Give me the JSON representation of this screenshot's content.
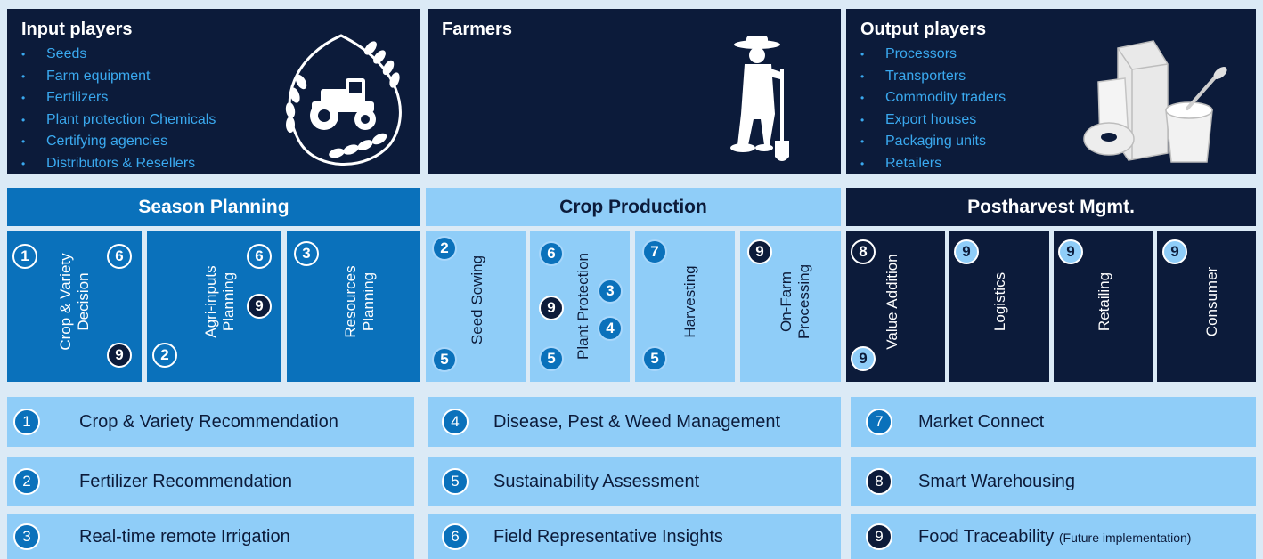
{
  "players": {
    "input": {
      "title": "Input players",
      "items": [
        "Seeds",
        "Farm equipment",
        "Fertilizers",
        "Plant protection Chemicals",
        "Certifying agencies",
        "Distributors & Resellers"
      ]
    },
    "farmers": {
      "title": "Farmers"
    },
    "output": {
      "title": "Output players",
      "items": [
        "Processors",
        "Transporters",
        "Commodity traders",
        "Export houses",
        "Packaging units",
        "Retailers"
      ]
    }
  },
  "bullet": "•",
  "stages": {
    "season": "Season Planning",
    "crop": "Crop Production",
    "post": "Postharvest Mgmt."
  },
  "steps": {
    "crop_variety": {
      "label": "Crop & Variety Decision",
      "line1": "Crop & Variety",
      "line2": "Decision",
      "badges": [
        "1",
        "6",
        "9"
      ]
    },
    "agri_inputs": {
      "label": "Agri-inputs Planning",
      "line1": "Agri-inputs",
      "line2": "Planning",
      "badges": [
        "6",
        "9",
        "2"
      ]
    },
    "resources": {
      "label": "Resources Planning",
      "line1": "Resources",
      "line2": "Planning",
      "badges": [
        "3"
      ]
    },
    "seed_sowing": {
      "label": "Seed Sowing",
      "badges": [
        "2",
        "5"
      ]
    },
    "plant_protection": {
      "label": "Plant Protection",
      "badges": [
        "6",
        "3",
        "9",
        "4",
        "5"
      ]
    },
    "harvesting": {
      "label": "Harvesting",
      "badges": [
        "7",
        "5"
      ]
    },
    "on_farm": {
      "label": "On-Farm Processing",
      "line1": "On-Farm",
      "line2": "Processing",
      "badges": [
        "9"
      ]
    },
    "value_addition": {
      "label": "Value Addition",
      "badges": [
        "8",
        "9"
      ]
    },
    "logistics": {
      "label": "Logistics",
      "badges": [
        "9"
      ]
    },
    "retailing": {
      "label": "Retailing",
      "badges": [
        "9"
      ]
    },
    "consumer": {
      "label": "Consumer",
      "badges": [
        "9"
      ]
    }
  },
  "legend": [
    {
      "num": "1",
      "text": "Crop & Variety Recommendation"
    },
    {
      "num": "2",
      "text": "Fertilizer Recommendation"
    },
    {
      "num": "3",
      "text": "Real-time remote Irrigation"
    },
    {
      "num": "4",
      "text": "Disease, Pest & Weed Management"
    },
    {
      "num": "5",
      "text": "Sustainability Assessment"
    },
    {
      "num": "6",
      "text": "Field Representative Insights"
    },
    {
      "num": "7",
      "text": "Market Connect"
    },
    {
      "num": "8",
      "text": "Smart Warehousing"
    },
    {
      "num": "9",
      "text": "Food Traceability",
      "note": "(Future implementation)"
    }
  ],
  "colors": {
    "navy": "#0c1b3a",
    "blue": "#0a71bb",
    "light_blue": "#8fcdf8",
    "bullet_text": "#3aa9ef",
    "background": "#dbeaf6"
  },
  "icons": {
    "input": "tractor-wheat-wreath-icon",
    "farmers": "farmer-silhouette-icon",
    "output": "food-packages-icon"
  }
}
